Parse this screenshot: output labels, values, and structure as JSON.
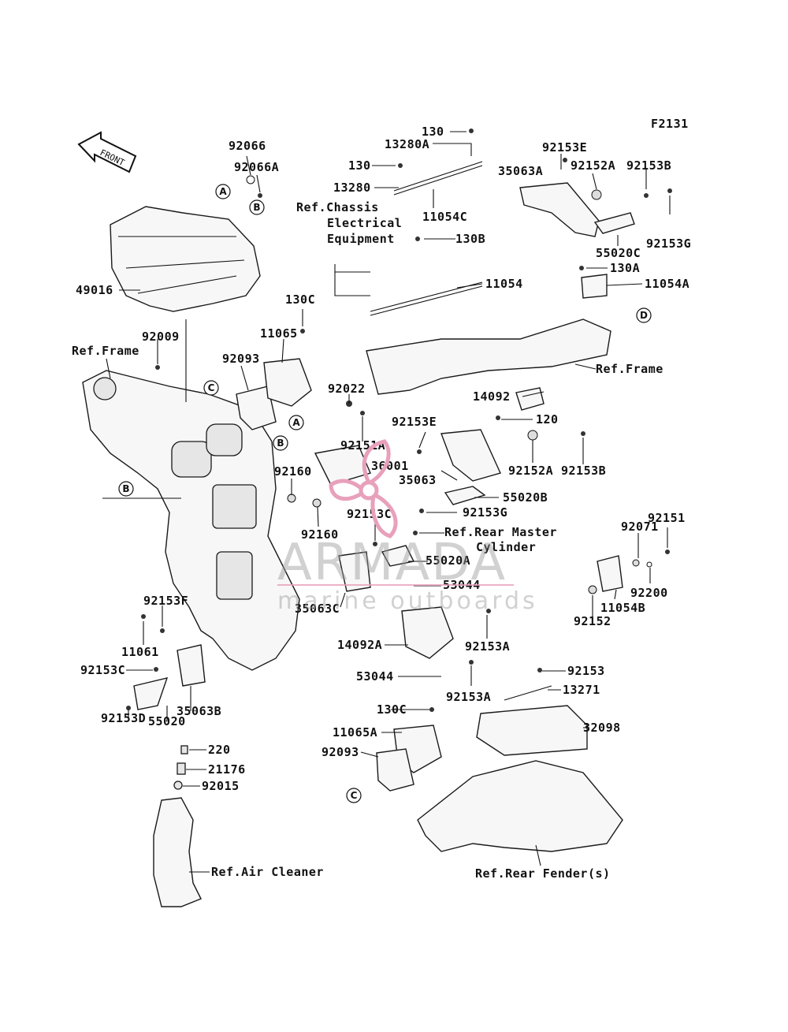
{
  "figure_code": "F2131",
  "front_label": "FRONT",
  "watermark": {
    "brand": "ARMADA",
    "tagline": "marine outboards",
    "accent": "#e8a0bb"
  },
  "callouts": {
    "A": "A",
    "B": "B",
    "C": "C",
    "D": "D"
  },
  "references": {
    "chassis_electrical": [
      "Ref.Chassis",
      "Electrical",
      "Equipment"
    ],
    "frame": "Ref.Frame",
    "rear_master": [
      "Ref.Rear Master",
      "Cylinder"
    ],
    "air_cleaner": "Ref.Air Cleaner",
    "rear_fender": "Ref.Rear Fender(s)"
  },
  "labels": {
    "p92066": "92066",
    "p92066A": "92066A",
    "p49016": "49016",
    "p92009": "92009",
    "p130": "130",
    "p13280A": "13280A",
    "p13280": "13280",
    "p11054C": "11054C",
    "p130B": "130B",
    "p11054": "11054",
    "p35063A": "35063A",
    "p92153E": "92153E",
    "p92152A": "92152A",
    "p92153B": "92153B",
    "p55020C": "55020C",
    "p92153G": "92153G",
    "p130A": "130A",
    "p11054A": "11054A",
    "p130C": "130C",
    "p11065": "11065",
    "p92093": "92093",
    "p92022": "92022",
    "p92151A": "92151A",
    "p14092": "14092",
    "p120": "120",
    "p36001": "36001",
    "p35063": "35063",
    "p55020B": "55020B",
    "p92160": "92160",
    "p92153C": "92153C",
    "p55020A": "55020A",
    "p53044": "53044",
    "p35063C": "35063C",
    "p92071": "92071",
    "p92151": "92151",
    "p92200": "92200",
    "p11054B": "11054B",
    "p92152": "92152",
    "p92153F": "92153F",
    "p11061": "11061",
    "p14092A": "14092A",
    "p92153A": "92153A",
    "p92153": "92153",
    "p13271": "13271",
    "p32098": "32098",
    "p11065A": "11065A",
    "p35063B": "35063B",
    "p55020": "55020",
    "p92153D": "92153D",
    "p220": "220",
    "p21176": "21176",
    "p92015": "92015"
  }
}
